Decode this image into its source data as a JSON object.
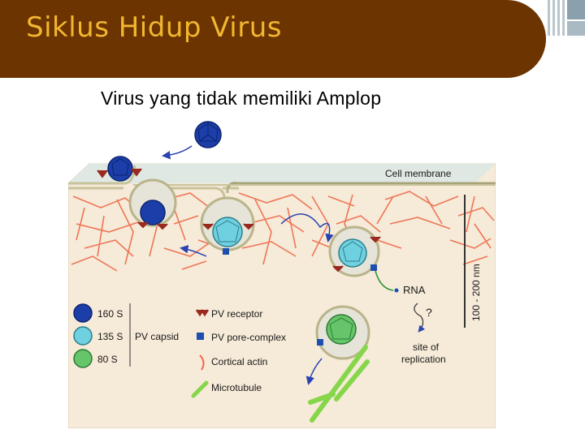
{
  "slide": {
    "title": "Siklus Hidup Virus",
    "subtitle": "Virus yang tidak memiliki Amplop"
  },
  "figure": {
    "membrane_label": "Cell membrane",
    "scale_label": "100 - 200 nm",
    "rna_label": "RNA",
    "question_label": "?",
    "site_label_1": "site of",
    "site_label_2": "replication",
    "legend": {
      "capsid_states": [
        {
          "label": "160 S",
          "color": "#1b3ea8"
        },
        {
          "label": "135 S",
          "color": "#6fd0df"
        },
        {
          "label": "80 S",
          "color": "#66c56a"
        }
      ],
      "capsid_group_label": "PV capsid",
      "items": [
        {
          "label": "PV receptor",
          "icon": "receptor-icon"
        },
        {
          "label": "PV pore-complex",
          "icon": "pore-complex-icon"
        },
        {
          "label": "Cortical actin",
          "icon": "actin-icon"
        },
        {
          "label": "Microtubule",
          "icon": "microtubule-icon"
        }
      ]
    },
    "colors": {
      "cytoplasm": "#f6ead8",
      "actin": "#ee6a4a",
      "microtubule": "#86d64a",
      "membrane": "#c7c39a",
      "receptor": "#9a2a20",
      "pore": "#1d4fb0",
      "arrow": "#2a43b0"
    }
  }
}
